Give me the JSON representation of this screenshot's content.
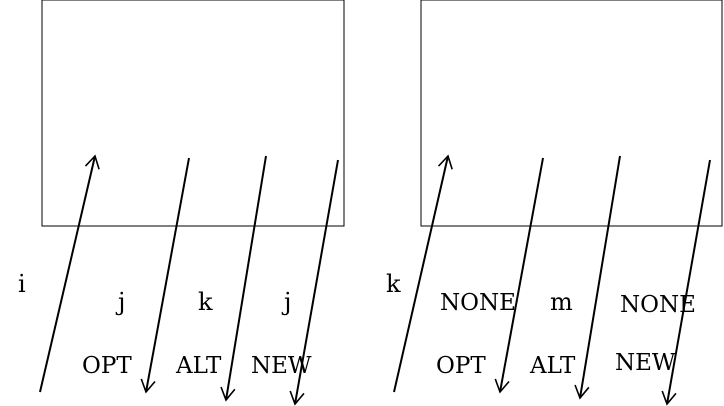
{
  "diagram_left": {
    "input_label": "i",
    "output_labels": [
      "j",
      "k",
      "j"
    ],
    "op_labels": [
      "OPT",
      "ALT",
      "NEW"
    ]
  },
  "diagram_right": {
    "input_label": "k",
    "output_labels": [
      "NONE",
      "m",
      "NONE"
    ],
    "op_labels": [
      "OPT",
      "ALT",
      "NEW"
    ]
  }
}
